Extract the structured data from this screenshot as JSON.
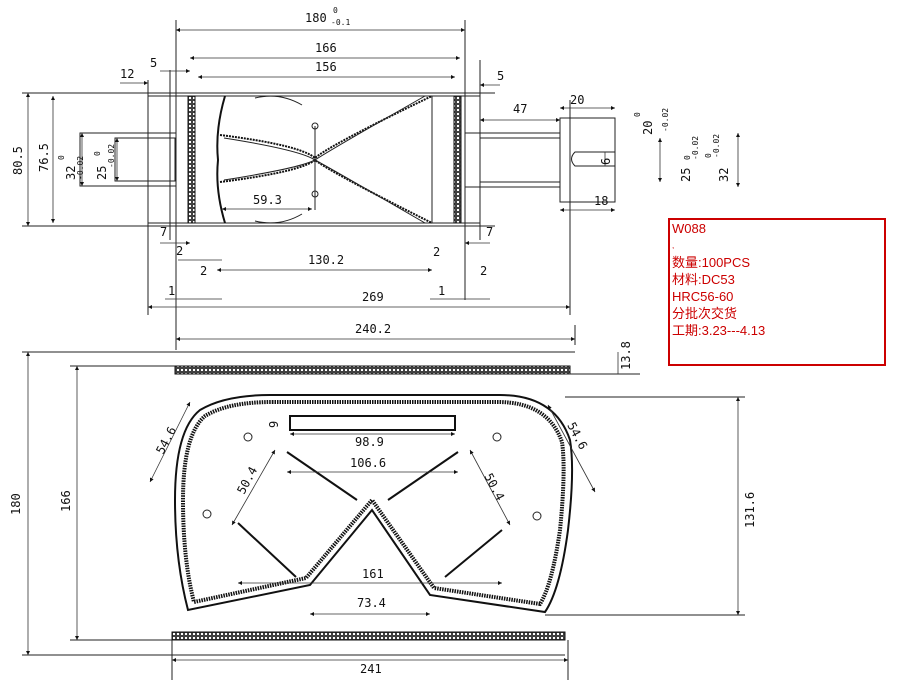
{
  "top_view": {
    "dims": {
      "overall_180": "180",
      "tol_180_upper": "0",
      "tol_180_lower": "-0.1",
      "d166": "166",
      "d156": "156",
      "d5_left": "5",
      "d12": "12",
      "d5_right": "5",
      "d47": "47",
      "d20_h": "20",
      "d20_v": "20",
      "tol_20_upper": "0",
      "tol_20_lower": "-0.02",
      "d80_5": "80.5",
      "d76_5": "76.5",
      "d32_left": "32",
      "tol_32_left_upper": "0",
      "tol_32_left_lower": "-0.02",
      "d25_left": "25",
      "tol_25_left_upper": "0",
      "tol_25_left_lower": "-0.02",
      "d25_right": "25",
      "tol_25_right_upper": "0",
      "tol_25_right_lower": "-0.02",
      "d32_right": "32",
      "tol_32_right_upper": "0",
      "tol_32_right_lower": "-0.02",
      "d6": "6",
      "d18": "18",
      "d59_3": "59.3",
      "d7_left": "7",
      "d7_right": "7",
      "d2_a": "2",
      "d2_b": "2",
      "d2_c": "2",
      "d2_d": "2",
      "d1_left": "1",
      "d1_right": "1",
      "d130_2": "130.2",
      "d269": "269",
      "d240_2": "240.2"
    }
  },
  "bottom_view": {
    "dims": {
      "d13_8": "13.8",
      "d180": "180",
      "d166": "166",
      "d131_6": "131.6",
      "d241": "241",
      "d54_6_left": "54.6",
      "d54_6_right": "54.6",
      "d9": "9",
      "d98_9": "98.9",
      "d106_6": "106.6",
      "d50_4_left": "50.4",
      "d50_4_right": "50.4",
      "d161": "161",
      "d73_4": "73.4"
    }
  },
  "note": {
    "part_no": "W088",
    "blank": ",",
    "quantity": "数量:100PCS",
    "material": "材料:DC53",
    "hardness": "HRC56-60",
    "delivery": "分批次交货",
    "schedule": "工期:3.23---4.13",
    "color": "#cc0000"
  }
}
